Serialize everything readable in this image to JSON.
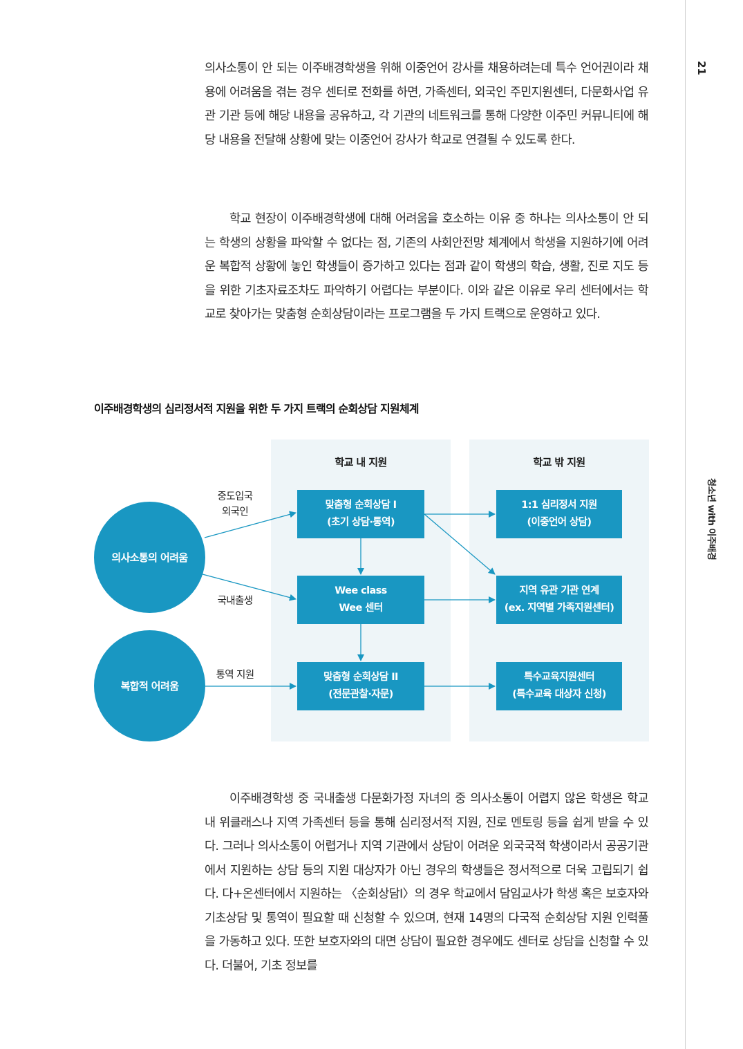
{
  "page": {
    "number": "21",
    "running_head": "청소년 with 이주배경"
  },
  "paragraphs": {
    "p1": "의사소통이 안 되는 이주배경학생을 위해 이중언어 강사를 채용하려는데 특수 언어권이라 채용에 어려움을 겪는 경우 센터로 전화를 하면, 가족센터, 외국인 주민지원센터, 다문화사업 유관 기관 등에 해당 내용을 공유하고, 각 기관의 네트워크를 통해 다양한 이주민 커뮤니티에 해당 내용을 전달해 상황에 맞는 이중언어 강사가 학교로 연결될 수 있도록 한다.",
    "p2": "학교 현장이 이주배경학생에 대해 어려움을 호소하는 이유 중 하나는 의사소통이 안 되는 학생의 상황을 파악할 수 없다는 점, 기존의 사회안전망 체계에서 학생을 지원하기에 어려운 복합적 상황에 놓인 학생들이 증가하고 있다는 점과 같이 학생의 학습, 생활, 진로 지도 등을 위한 기초자료조차도 파악하기 어렵다는 부분이다. 이와 같은 이유로 우리 센터에서는 학교로 찾아가는 맞춤형 순회상담이라는 프로그램을 두 가지 트랙으로 운영하고 있다.",
    "p3": "이주배경학생 중 국내출생 다문화가정 자녀의 중 의사소통이 어렵지 않은 학생은 학교 내 위클래스나 지역 가족센터 등을 통해 심리정서적 지원, 진로 멘토링 등을 쉽게 받을 수 있다. 그러나 의사소통이 어렵거나 지역 기관에서 상담이 어려운 외국국적 학생이라서 공공기관에서 지원하는 상담 등의 지원 대상자가 아닌 경우의 학생들은 정서적으로 더욱 고립되기 쉽다. 다+온센터에서 지원하는 〈순회상담I〉의 경우 학교에서 담임교사가 학생 혹은 보호자와 기초상담 및 통역이 필요할 때 신청할 수 있으며, 현재 14명의 다국적 순회상담 지원 인력풀을 가동하고 있다. 또한 보호자와의 대면 상담이 필요한 경우에도 센터로 상담을 신청할 수 있다. 더불어, 기초 정보를"
  },
  "diagram": {
    "title": "이주배경학생의 심리정서적 지원을 위한 두 가지 트랙의 순회상담 지원체계",
    "col_in": "학교 내 지원",
    "col_out": "학교 밖 지원",
    "circle_comm": "의사소통의 어려움",
    "circle_complex": "복합적 어려움",
    "label_midentry_1": "중도입국",
    "label_midentry_2": "외국인",
    "label_domestic": "국내출생",
    "label_interp": "통역 지원",
    "box_c1_1": "맞춤형 순회상담 I",
    "box_c1_2": "(초기 상담·통역)",
    "box_wee_1": "Wee class",
    "box_wee_2": "Wee 센터",
    "box_c2_1": "맞춤형 순회상담 II",
    "box_c2_2": "(전문관찰·자문)",
    "box_o1_1": "1:1 심리정서 지원",
    "box_o1_2": "(이중언어 상담)",
    "box_o2_1": "지역 유관 기관 연계",
    "box_o2_2": "(ex. 지역별 가족지원센터)",
    "box_o3_1": "특수교육지원센터",
    "box_o3_2": "(특수교육 대상자 신청)",
    "accent_color": "#1997c2",
    "panel_color": "#eef5f8"
  }
}
